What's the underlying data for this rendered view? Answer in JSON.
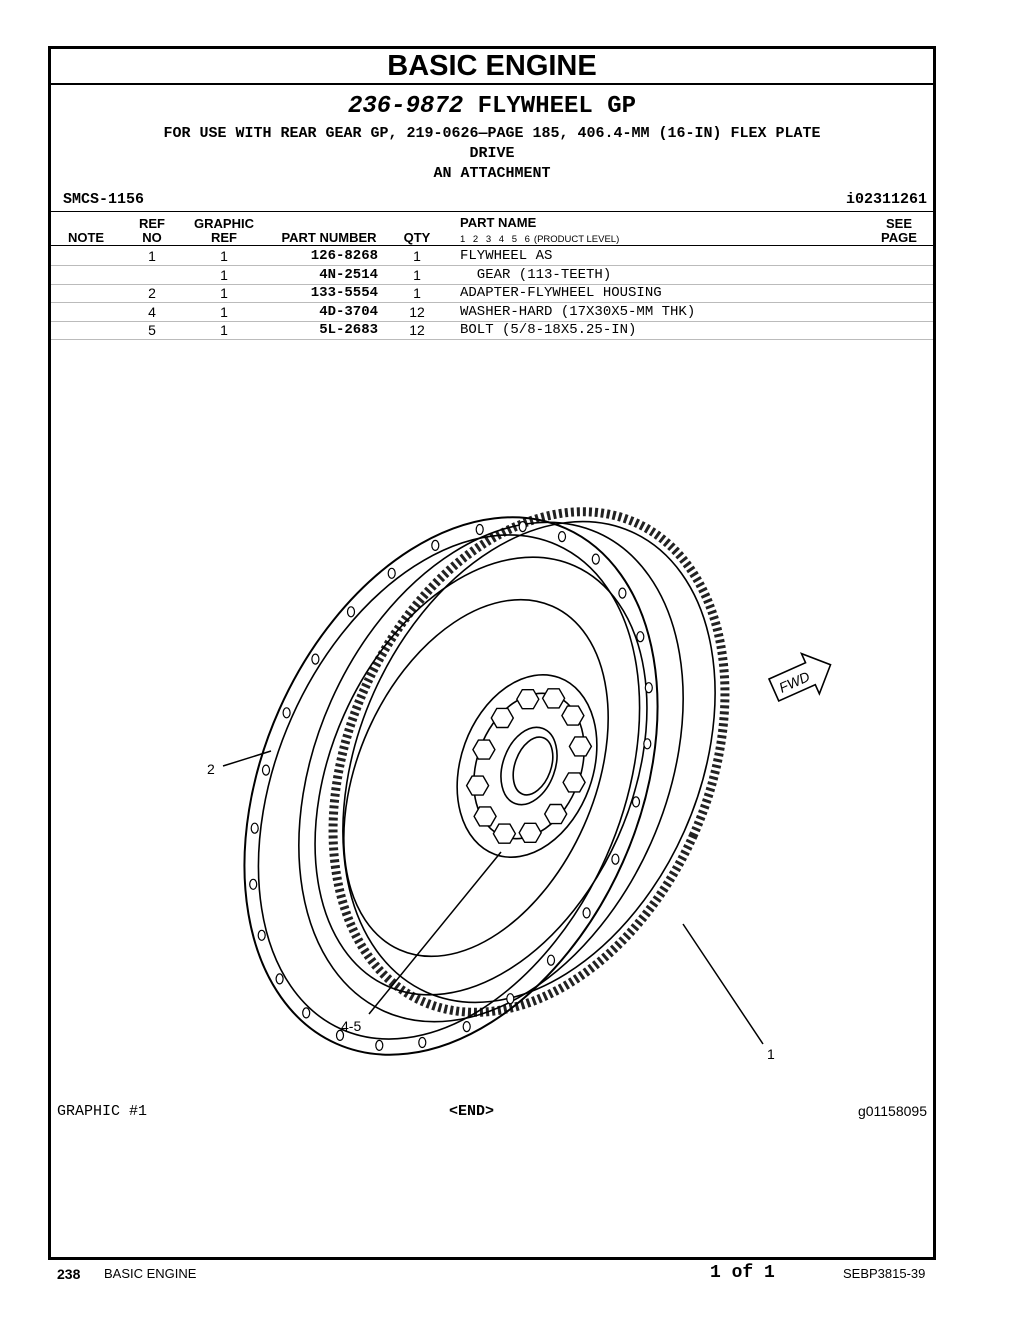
{
  "header": {
    "section_title": "BASIC ENGINE"
  },
  "group": {
    "number": "236-9872",
    "name": "FLYWHEEL GP",
    "for_use_line1": "FOR USE WITH REAR GEAR GP, 219-0626—PAGE 185, 406.4-MM (16-IN) FLEX PLATE",
    "for_use_line2": "DRIVE",
    "attachment": "AN ATTACHMENT",
    "smcs": "SMCS-1156",
    "info_id": "i02311261"
  },
  "columns": {
    "note": "NOTE",
    "ref_top": "REF",
    "ref_bottom": "NO",
    "graphic_top": "GRAPHIC",
    "graphic_bottom": "REF",
    "part_number": "PART NUMBER",
    "qty": "QTY",
    "part_name": "PART NAME",
    "levels": "1 2 3 4 5 6",
    "product_level": "(PRODUCT LEVEL)",
    "see_top": "SEE",
    "see_bottom": "PAGE"
  },
  "parts": [
    {
      "ref_no": "1",
      "graphic_ref": "1",
      "part_number": "126-8268",
      "qty": "1",
      "part_name": "FLYWHEEL AS"
    },
    {
      "ref_no": "",
      "graphic_ref": "1",
      "part_number": "4N-2514",
      "qty": "1",
      "part_name": "  GEAR (113-TEETH)"
    },
    {
      "ref_no": "2",
      "graphic_ref": "1",
      "part_number": "133-5554",
      "qty": "1",
      "part_name": "ADAPTER-FLYWHEEL HOUSING"
    },
    {
      "ref_no": "4",
      "graphic_ref": "1",
      "part_number": "4D-3704",
      "qty": "12",
      "part_name": "WASHER-HARD (17X30X5-MM THK)"
    },
    {
      "ref_no": "5",
      "graphic_ref": "1",
      "part_number": "5L-2683",
      "qty": "12",
      "part_name": "BOLT (5/8-18X5.25-IN)"
    }
  ],
  "illustration": {
    "callout_2": "2",
    "callout_45": "4-5",
    "callout_1": "1",
    "fwd": "FWD"
  },
  "graphic_footer": {
    "graphic_label": "GRAPHIC #1",
    "end_label": "<END>",
    "graphic_id": "g01158095"
  },
  "page_footer": {
    "page_number": "238",
    "section": "BASIC ENGINE",
    "page_of": "1 of 1",
    "doc_id": "SEBP3815-39"
  }
}
